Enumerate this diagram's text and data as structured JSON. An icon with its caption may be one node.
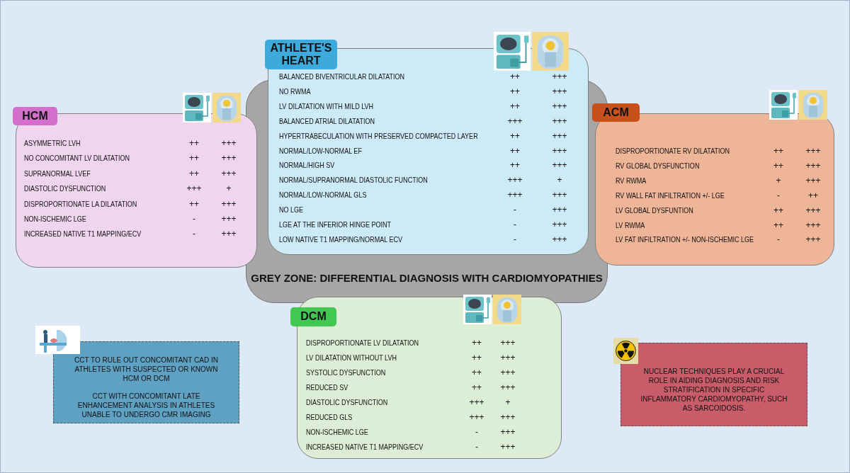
{
  "diagram": {
    "nodes": [
      {
        "text": [
          "GREY ZONE: DIFFERENTIAL DIAGNOSIS WITH CARDIOMYOPATHIES"
        ]
      },
      {
        "text": [
          "HCM",
          "ASYMMETRIC LVH",
          "++",
          "+++",
          "NO CONCOMITANT LV DILATATION",
          "++",
          "+++",
          "SUPRANORMAL LVEF",
          "++",
          "+++",
          "DIASTOLIC DYSFUNCTION",
          "+++",
          "+",
          "DISPROPORTIONATE LA DILATATION",
          "++",
          "+++",
          "NON-ISCHEMIC LGE",
          "-",
          "+++",
          "INCREASED NATIVE T1 MAPPING/ECV",
          "-",
          "+++"
        ]
      },
      {
        "text": [
          "ATHLETE'S HEART",
          "BALANCED BIVENTRICULAR DILATATION",
          "++",
          "+++",
          "NO RWMA",
          "++",
          "+++",
          "LV DILATATION WITH MILD LVH",
          "++",
          "+++",
          "BALANCED ATRIAL DILATATION",
          "+++",
          "+++",
          "HYPERTRABECULATION WITH PRESERVED COMPACTED LAYER",
          "++",
          "+++",
          "NORMAL/LOW-NORMAL EF",
          "++",
          "+++",
          "NORMAL/HIGH SV",
          "++",
          "+++",
          "NORMAL/SUPRANORMAL DIASTOLIC FUNCTION",
          "+++",
          "+",
          "NORMAL/LOW-NORMAL GLS",
          "+++",
          "+++",
          "NO LGE",
          "-",
          "+++",
          "LGE AT THE INFERIOR HINGE POINT",
          "-",
          "+++",
          "LOW NATIVE T1 MAPPING/NORMAL ECV",
          "-",
          "+++"
        ]
      },
      {
        "text": [
          "ACM",
          "DISPROPORTIONATE RV DILATATION",
          "++",
          "+++",
          "RV GLOBAL DYSFUNCTION",
          "++",
          "+++",
          "RV RWMA",
          "+",
          "+++",
          "RV WALL FAT INFILTRATION +/- LGE",
          "-",
          "++",
          "LV GLOBAL DYSFUNTION",
          "++",
          "+++",
          "LV RWMA",
          "++",
          "+++",
          "LV FAT INFILTRATION +/- NON-ISCHEMIC LGE",
          "-",
          "+++"
        ]
      },
      {
        "text": [
          "DCM",
          "DISPROPORTIONATE LV DILATATION",
          "++",
          "+++",
          "LV DILATATION WITHOUT LVH",
          "++",
          "+++",
          "SYSTOLIC DYSFUNCTION",
          "++",
          "+++",
          "REDUCED SV",
          "++",
          "+++",
          "DIASTOLIC DYSFUNCTION",
          "+++",
          "+",
          "REDUCED GLS",
          "+++",
          "+++",
          "NON-ISCHEMIC LGE",
          "-",
          "+++",
          "INCREASED NATIVE T1 MAPPING/ECV",
          "-",
          "+++"
        ]
      },
      {
        "text": [
          "CCT TO RULE OUT CONCOMITANT CAD IN ATHLETES WITH SUSPECTED OR KNOWN HCM OR DCM",
          "CCT WITH CONCOMITANT LATE ENHANCEMENT ANALYSIS IN ATHLETES UNABLE TO UNDERGO CMR IMAGING"
        ]
      },
      {
        "text": [
          "NUCLEAR TECHNIQUES PLAY A CRUCIAL ROLE IN AIDING DIAGNOSIS AND RISK STRATIFICATION IN SPECIFIC INFLAMMATORY CARDIOMYOPATHY, SUCH AS SARCOIDOSIS."
        ]
      }
    ]
  }
}
